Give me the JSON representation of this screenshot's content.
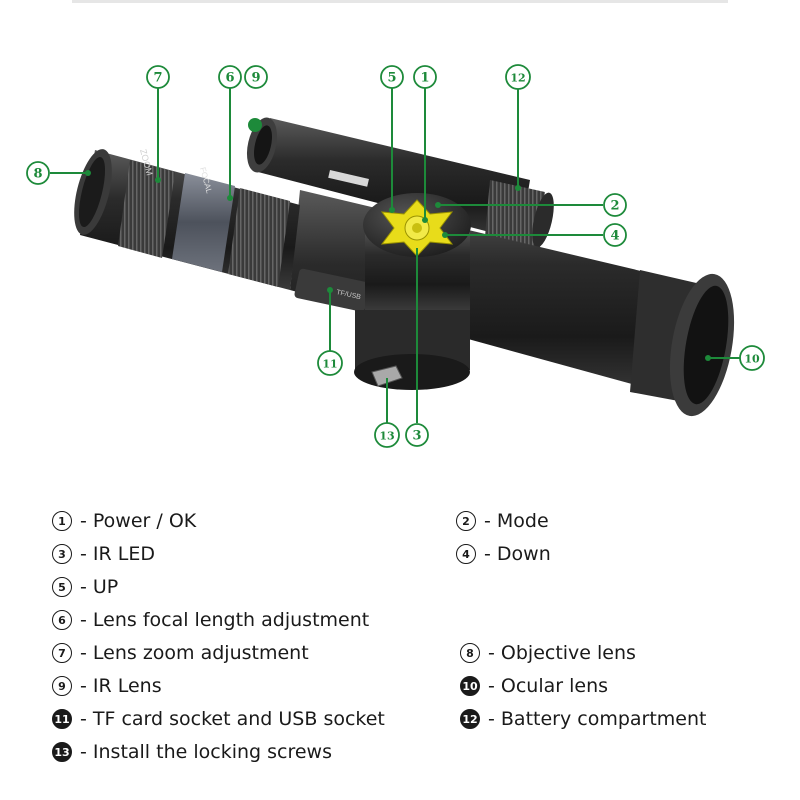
{
  "callouts": [
    {
      "num": "1",
      "glyph": "①"
    },
    {
      "num": "2",
      "glyph": "②"
    },
    {
      "num": "3",
      "glyph": "③"
    },
    {
      "num": "4",
      "glyph": "④"
    },
    {
      "num": "5",
      "glyph": "⑤"
    },
    {
      "num": "6",
      "glyph": "⑥"
    },
    {
      "num": "7",
      "glyph": "⑦"
    },
    {
      "num": "8",
      "glyph": "⑧"
    },
    {
      "num": "9",
      "glyph": "⑨"
    },
    {
      "num": "10",
      "glyph": "⑩"
    },
    {
      "num": "11",
      "glyph": "⑪"
    },
    {
      "num": "12",
      "glyph": "⑫"
    },
    {
      "num": "13",
      "glyph": "⑬"
    }
  ],
  "body_labels": {
    "zoom": "ZOOM",
    "focal": "FOCAL",
    "card": "TF/USB"
  },
  "legend": [
    {
      "num": "1",
      "text": "- Power / OK"
    },
    {
      "num": "2",
      "text": "- Mode"
    },
    {
      "num": "3",
      "text": "- IR LED"
    },
    {
      "num": "4",
      "text": "- Down"
    },
    {
      "num": "5",
      "text": "- UP"
    },
    {
      "num": "6",
      "text": "- Lens focal length adjustment"
    },
    {
      "num": "7",
      "text": "- Lens zoom adjustment"
    },
    {
      "num": "8",
      "text": "- Objective lens"
    },
    {
      "num": "9",
      "text": "- IR Lens"
    },
    {
      "num": "10",
      "text": "- Ocular lens"
    },
    {
      "num": "11",
      "text": "- TF card socket and USB socket"
    },
    {
      "num": "12",
      "text": "- Battery compartment"
    },
    {
      "num": "13",
      "text": "- Install the locking screws"
    }
  ],
  "colors": {
    "callout_green": "#1d8a3a",
    "button_yellow": "#e8dc1a",
    "body_dark": "#2a2a2a"
  }
}
